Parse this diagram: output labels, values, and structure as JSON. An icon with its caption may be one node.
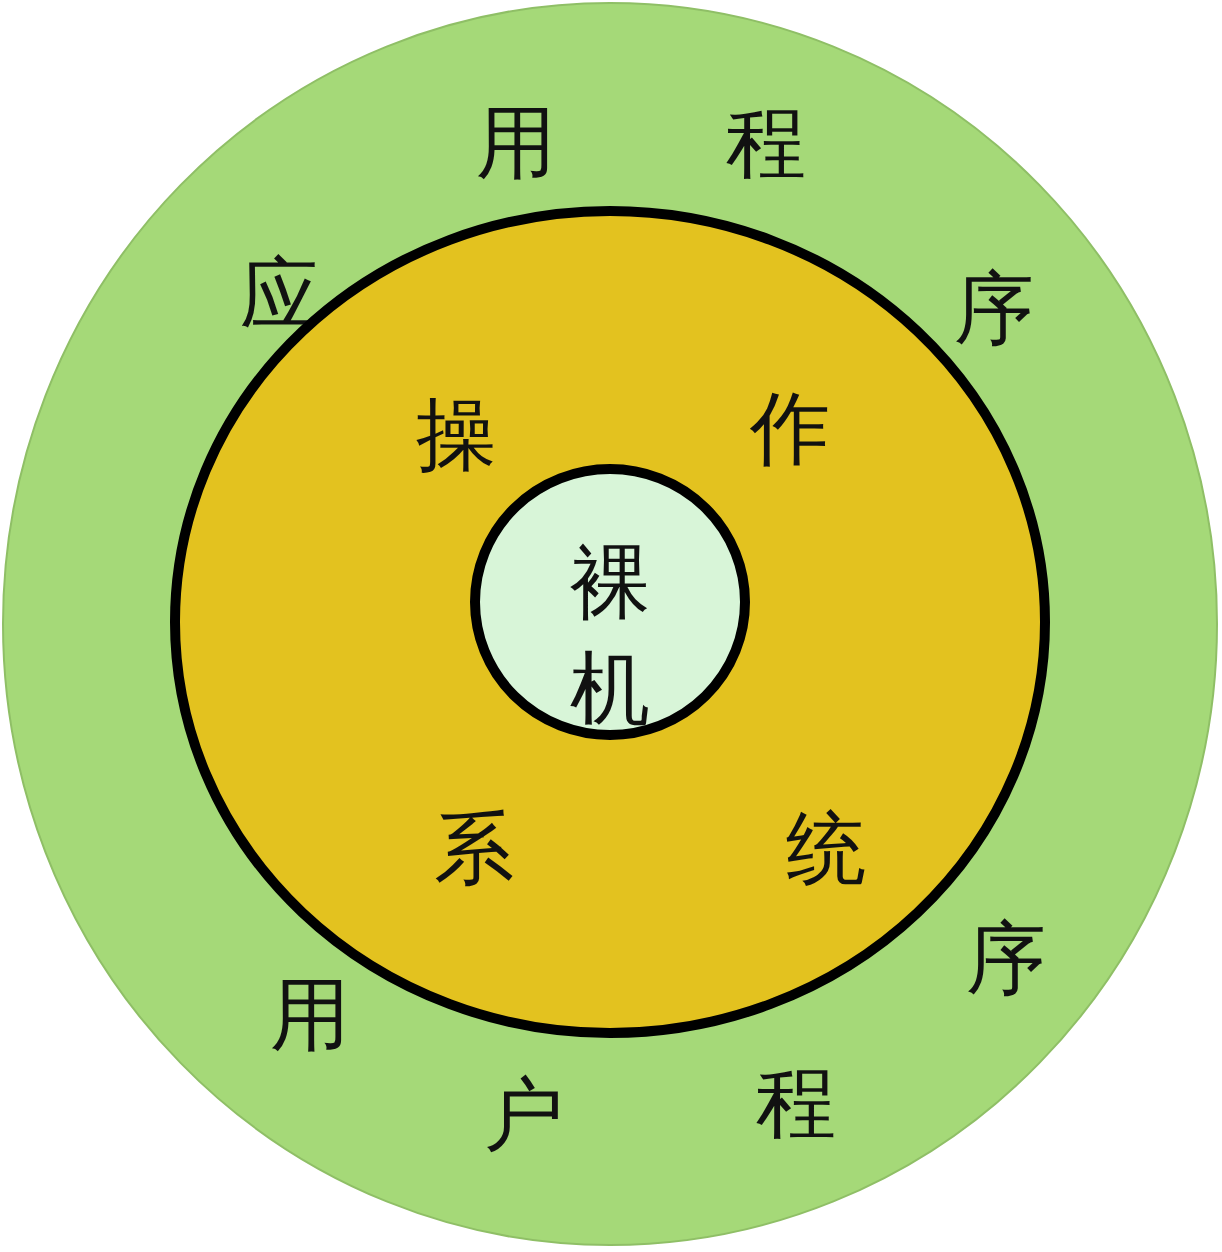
{
  "diagram": {
    "nodes": [
      {
        "text": [
          "应",
          "用",
          "程",
          "序",
          "用",
          "户",
          "程",
          "序"
        ]
      },
      {
        "text": [
          "操",
          "作",
          "系",
          "统"
        ],
        "in": 0
      },
      {
        "text": [
          "裸",
          "机"
        ],
        "in": 1
      }
    ]
  }
}
